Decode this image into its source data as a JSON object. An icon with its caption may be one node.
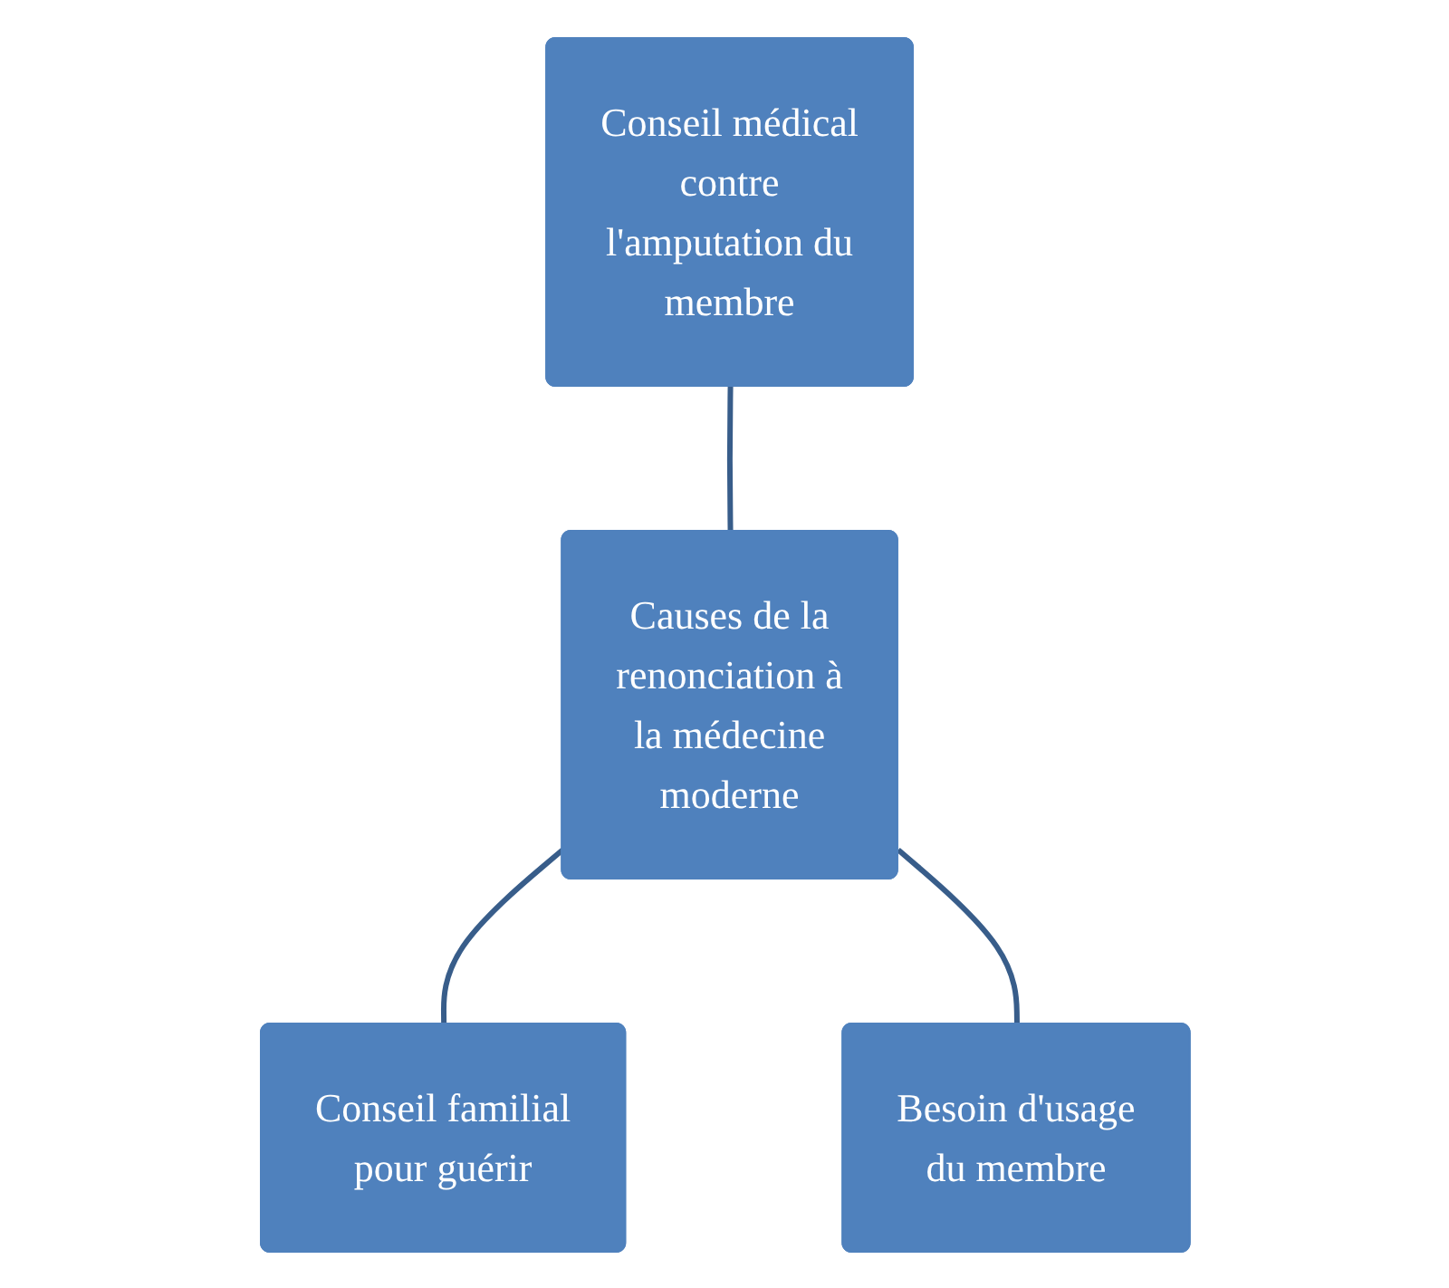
{
  "diagram": {
    "nodes": [
      {
        "text": [
          "Conseil médical contre l'amputation du membre"
        ]
      },
      {
        "text": [
          "Causes de la renonciation à la médecine moderne"
        ]
      },
      {
        "text": [
          "Conseil familial pour guérir"
        ]
      },
      {
        "text": [
          "Besoin d'usage du membre"
        ]
      }
    ],
    "edges": [
      {
        "from": 0,
        "to": 1,
        "arrow": "none"
      },
      {
        "from": 1,
        "to": 2,
        "arrow": "none"
      },
      {
        "from": 1,
        "to": 3,
        "arrow": "none"
      }
    ]
  }
}
